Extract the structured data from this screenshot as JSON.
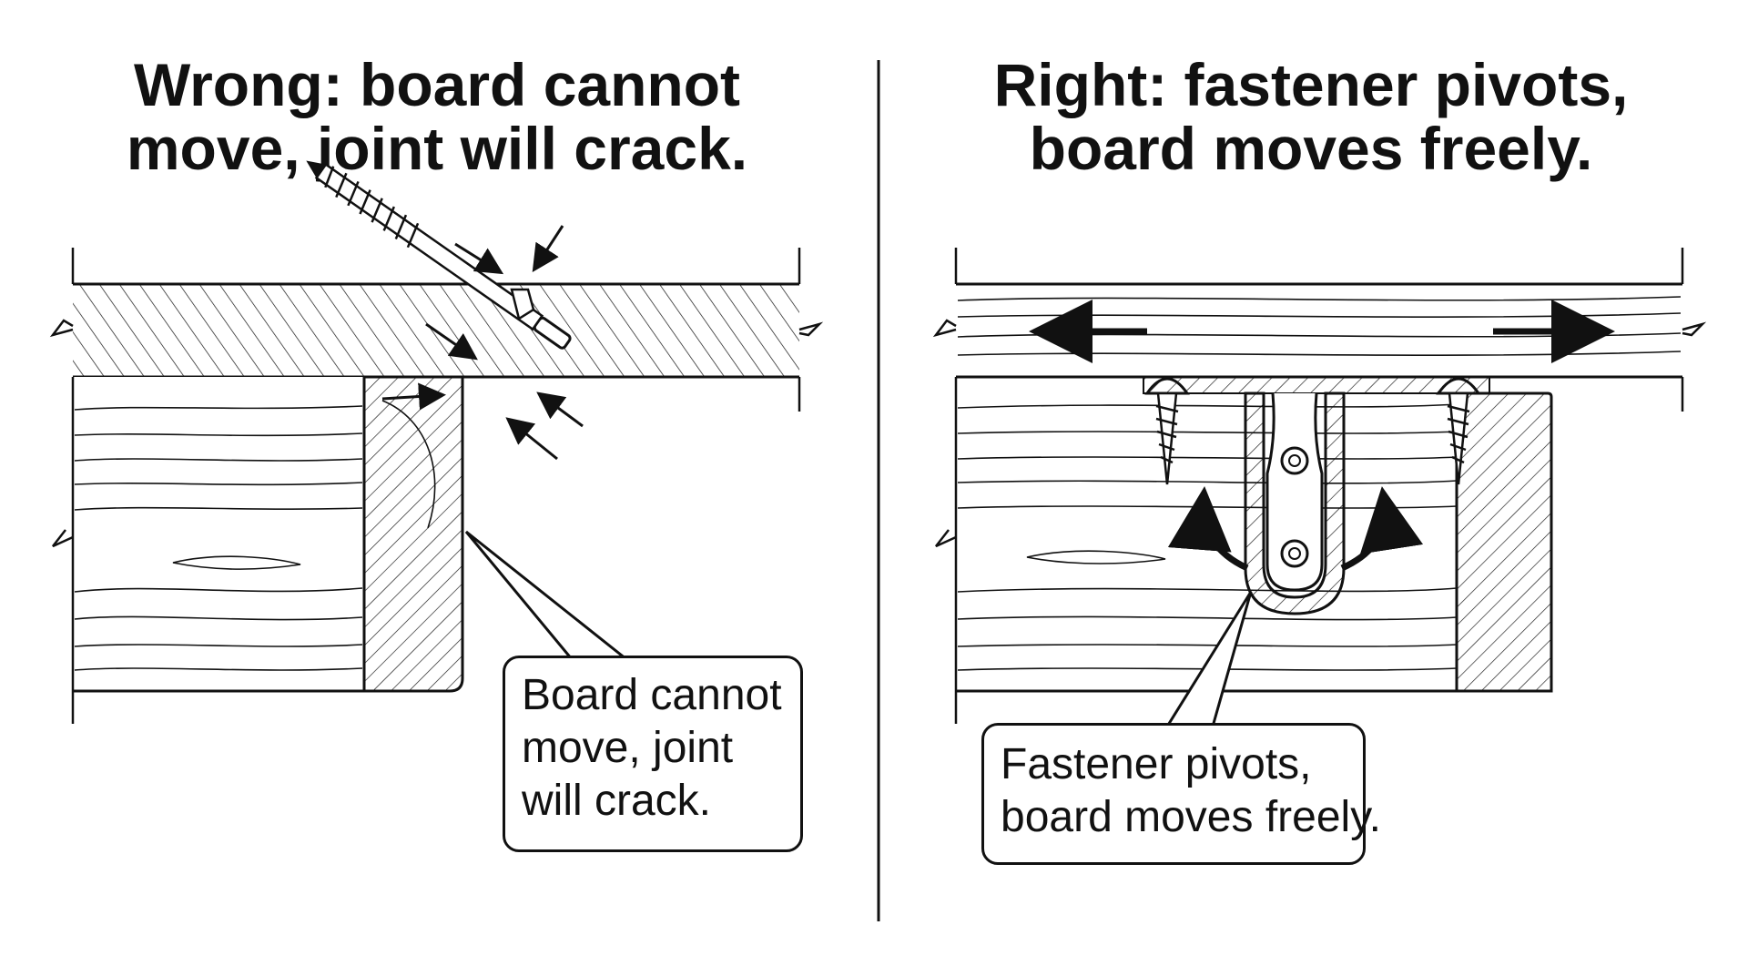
{
  "wrong": {
    "title_line1": "Wrong: board cannot",
    "title_line2": "move, joint will crack.",
    "callout_line1": "Board cannot",
    "callout_line2": "move, joint",
    "callout_line3": "will crack."
  },
  "right": {
    "title_line1": "Right: fastener pivots,",
    "title_line2": "board moves freely.",
    "callout_line1": "Fastener pivots,",
    "callout_line2": "board moves freely."
  },
  "colors": {
    "ink": "#111111",
    "paper": "#ffffff"
  },
  "icons": [
    "screw-icon",
    "pivot-clip-icon",
    "stress-arrow-icon",
    "movement-arrow-icon",
    "pivot-arrow-icon"
  ]
}
